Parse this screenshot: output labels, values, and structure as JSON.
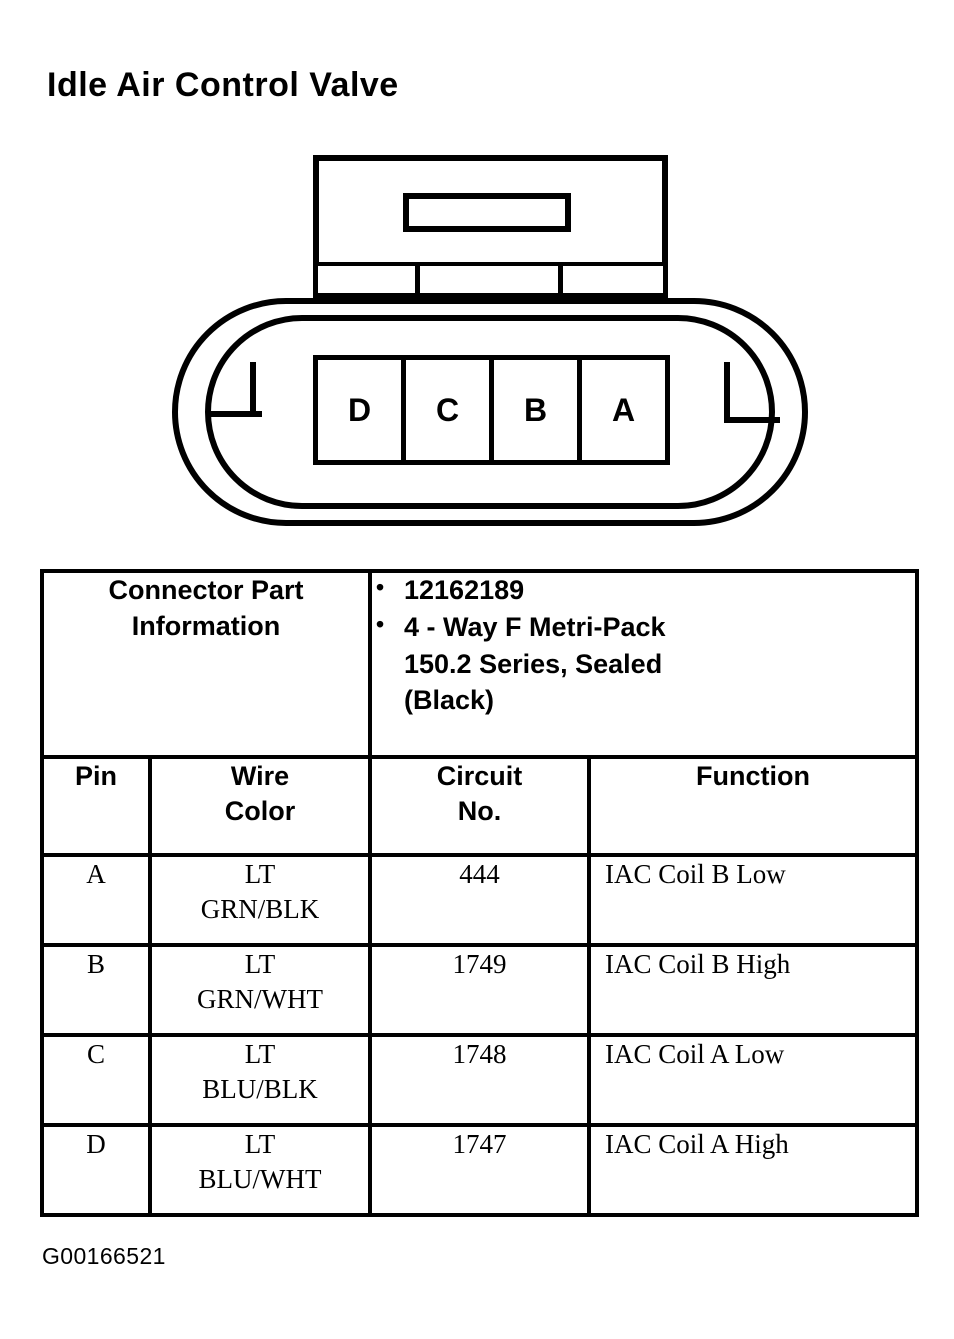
{
  "title": "Idle Air Control Valve",
  "figure_code": "G00166521",
  "connector_diagram": {
    "pin_cavities": [
      {
        "label": "D"
      },
      {
        "label": "C"
      },
      {
        "label": "B"
      },
      {
        "label": "A"
      }
    ]
  },
  "table": {
    "part_info": {
      "label_line_1": "Connector Part",
      "label_line_2": "Information",
      "bullets": [
        "12162189",
        "4 - Way F Metri-Pack"
      ],
      "bullet_2_cont_1": "150.2 Series, Sealed",
      "bullet_2_cont_2": "(Black)"
    },
    "headers": {
      "pin": "Pin",
      "wire_color_line_1": "Wire",
      "wire_color_line_2": "Color",
      "circuit_line_1": "Circuit",
      "circuit_line_2": "No.",
      "function": "Function"
    },
    "rows": [
      {
        "pin": "A",
        "wire_color_line_1": "LT",
        "wire_color_line_2": "GRN/BLK",
        "circuit_no": "444",
        "function": "IAC Coil B Low"
      },
      {
        "pin": "B",
        "wire_color_line_1": "LT",
        "wire_color_line_2": "GRN/WHT",
        "circuit_no": "1749",
        "function": "IAC Coil B High"
      },
      {
        "pin": "C",
        "wire_color_line_1": "LT",
        "wire_color_line_2": "BLU/BLK",
        "circuit_no": "1748",
        "function": "IAC Coil A Low"
      },
      {
        "pin": "D",
        "wire_color_line_1": "LT",
        "wire_color_line_2": "BLU/WHT",
        "circuit_no": "1747",
        "function": "IAC Coil A High"
      }
    ]
  }
}
